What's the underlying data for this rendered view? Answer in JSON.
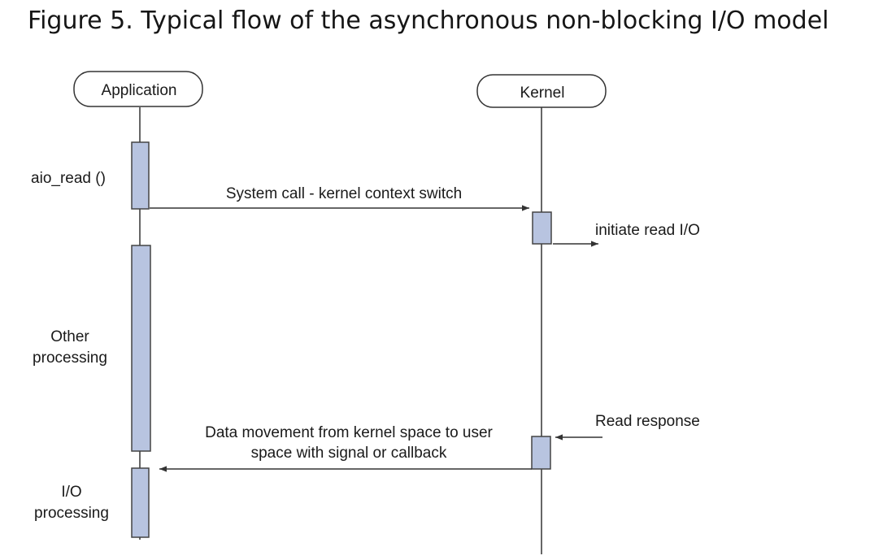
{
  "title": "Figure 5. Typical flow of the asynchronous non-blocking I/O model",
  "participants": {
    "application": "Application",
    "kernel": "Kernel"
  },
  "labels": {
    "aio_read": "aio_read ()",
    "other_processing": [
      "Other",
      "processing"
    ],
    "io_processing": [
      "I/O",
      "processing"
    ],
    "initiate_read": "initiate read I/O",
    "read_response": "Read response"
  },
  "messages": {
    "system_call": "System call - kernel context switch",
    "data_movement": [
      "Data movement from kernel space to user",
      "space with signal or callback"
    ]
  },
  "colors": {
    "activation_fill": "#b8c4e0",
    "line": "#333333",
    "text": "#1a1a1a"
  }
}
